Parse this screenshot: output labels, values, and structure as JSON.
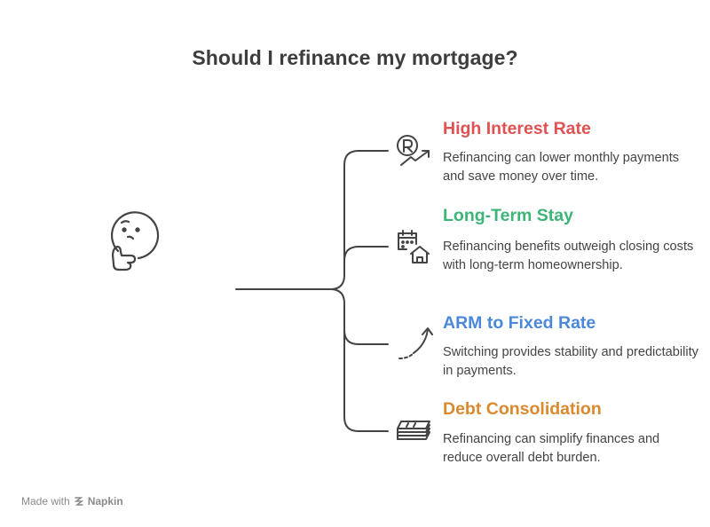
{
  "title": "Should I refinance my mortgage?",
  "colors": {
    "line": "#444444",
    "high_interest": "#e05252",
    "long_term": "#3db577",
    "arm_fixed": "#4a88d9",
    "debt": "#d98a2e"
  },
  "branches": [
    {
      "heading": "High Interest Rate",
      "description": "Refinancing can lower monthly payments and save money over time.",
      "icon": "rupee-trend-up-icon"
    },
    {
      "heading": "Long-Term Stay",
      "description": "Refinancing benefits outweigh closing costs with long-term homeownership.",
      "icon": "calendar-house-icon"
    },
    {
      "heading": "ARM to Fixed Rate",
      "description": "Switching provides stability and predictability in payments.",
      "icon": "curved-arrow-up-icon"
    },
    {
      "heading": "Debt Consolidation",
      "description": "Refinancing can simplify finances and reduce overall debt burden.",
      "icon": "money-stack-icon"
    }
  ],
  "footer": {
    "made_with": "Made with",
    "brand": "Napkin"
  }
}
